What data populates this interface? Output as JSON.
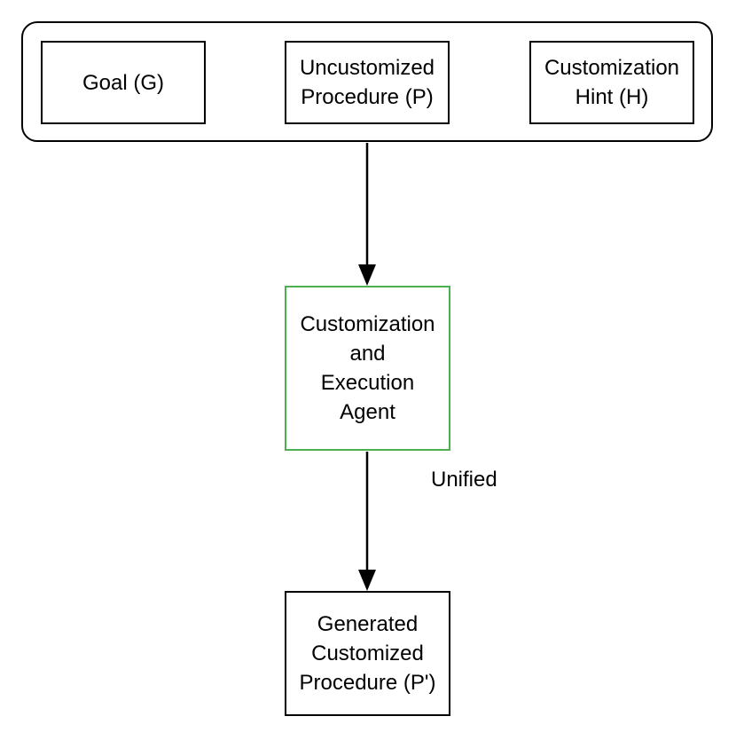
{
  "nodes": {
    "goal": "Goal (G)",
    "uncustomized_procedure": "Uncustomized\nProcedure (P)",
    "customization_hint": "Customization\nHint (H)",
    "agent": "Customization\nand\nExecution\nAgent",
    "output": "Generated\nCustomized\nProcedure (P')"
  },
  "edges": {
    "agent_to_output_label": "Unified"
  },
  "colors": {
    "agent_border": "#4caf50",
    "default_border": "#000000"
  }
}
